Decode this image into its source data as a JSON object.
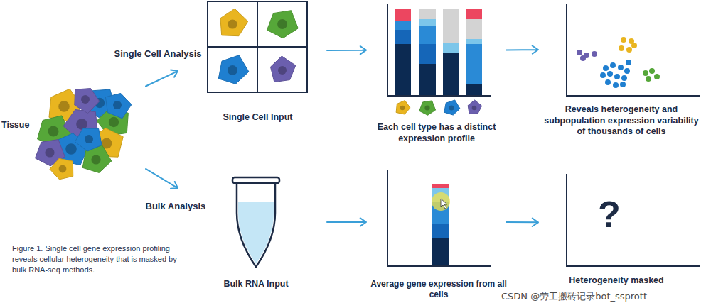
{
  "diagram": {
    "caption": "Figure 1. Single cell gene expression profiling reveals cellular heterogeneity that is masked by bulk RNA-seq methods.",
    "nodes": [
      {
        "text": [
          "Tissue"
        ]
      },
      {
        "text": [
          "Single Cell Input"
        ]
      },
      {
        "text": [
          "Each cell type has a distinct expression profile"
        ]
      },
      {
        "text": [
          "Reveals heterogeneity and subpopulation expression variability of thousands of cells"
        ]
      },
      {
        "text": [
          "Bulk RNA Input"
        ]
      },
      {
        "text": [
          "Average gene expression from all cells"
        ]
      },
      {
        "text": [
          "?",
          "Heterogeneity masked"
        ]
      }
    ],
    "edges": [
      {
        "from": 0,
        "to": 1,
        "arrow": "to",
        "label": "Single Cell Analysis"
      },
      {
        "from": 0,
        "to": 4,
        "arrow": "to",
        "label": "Bulk Analysis"
      },
      {
        "from": 1,
        "to": 2,
        "arrow": "to"
      },
      {
        "from": 2,
        "to": 3,
        "arrow": "to"
      },
      {
        "from": 4,
        "to": 5,
        "arrow": "to"
      },
      {
        "from": 5,
        "to": 6,
        "arrow": "to"
      }
    ],
    "labels": [
      "CSDN @劳工搬砖记录bot_ssprott"
    ]
  }
}
